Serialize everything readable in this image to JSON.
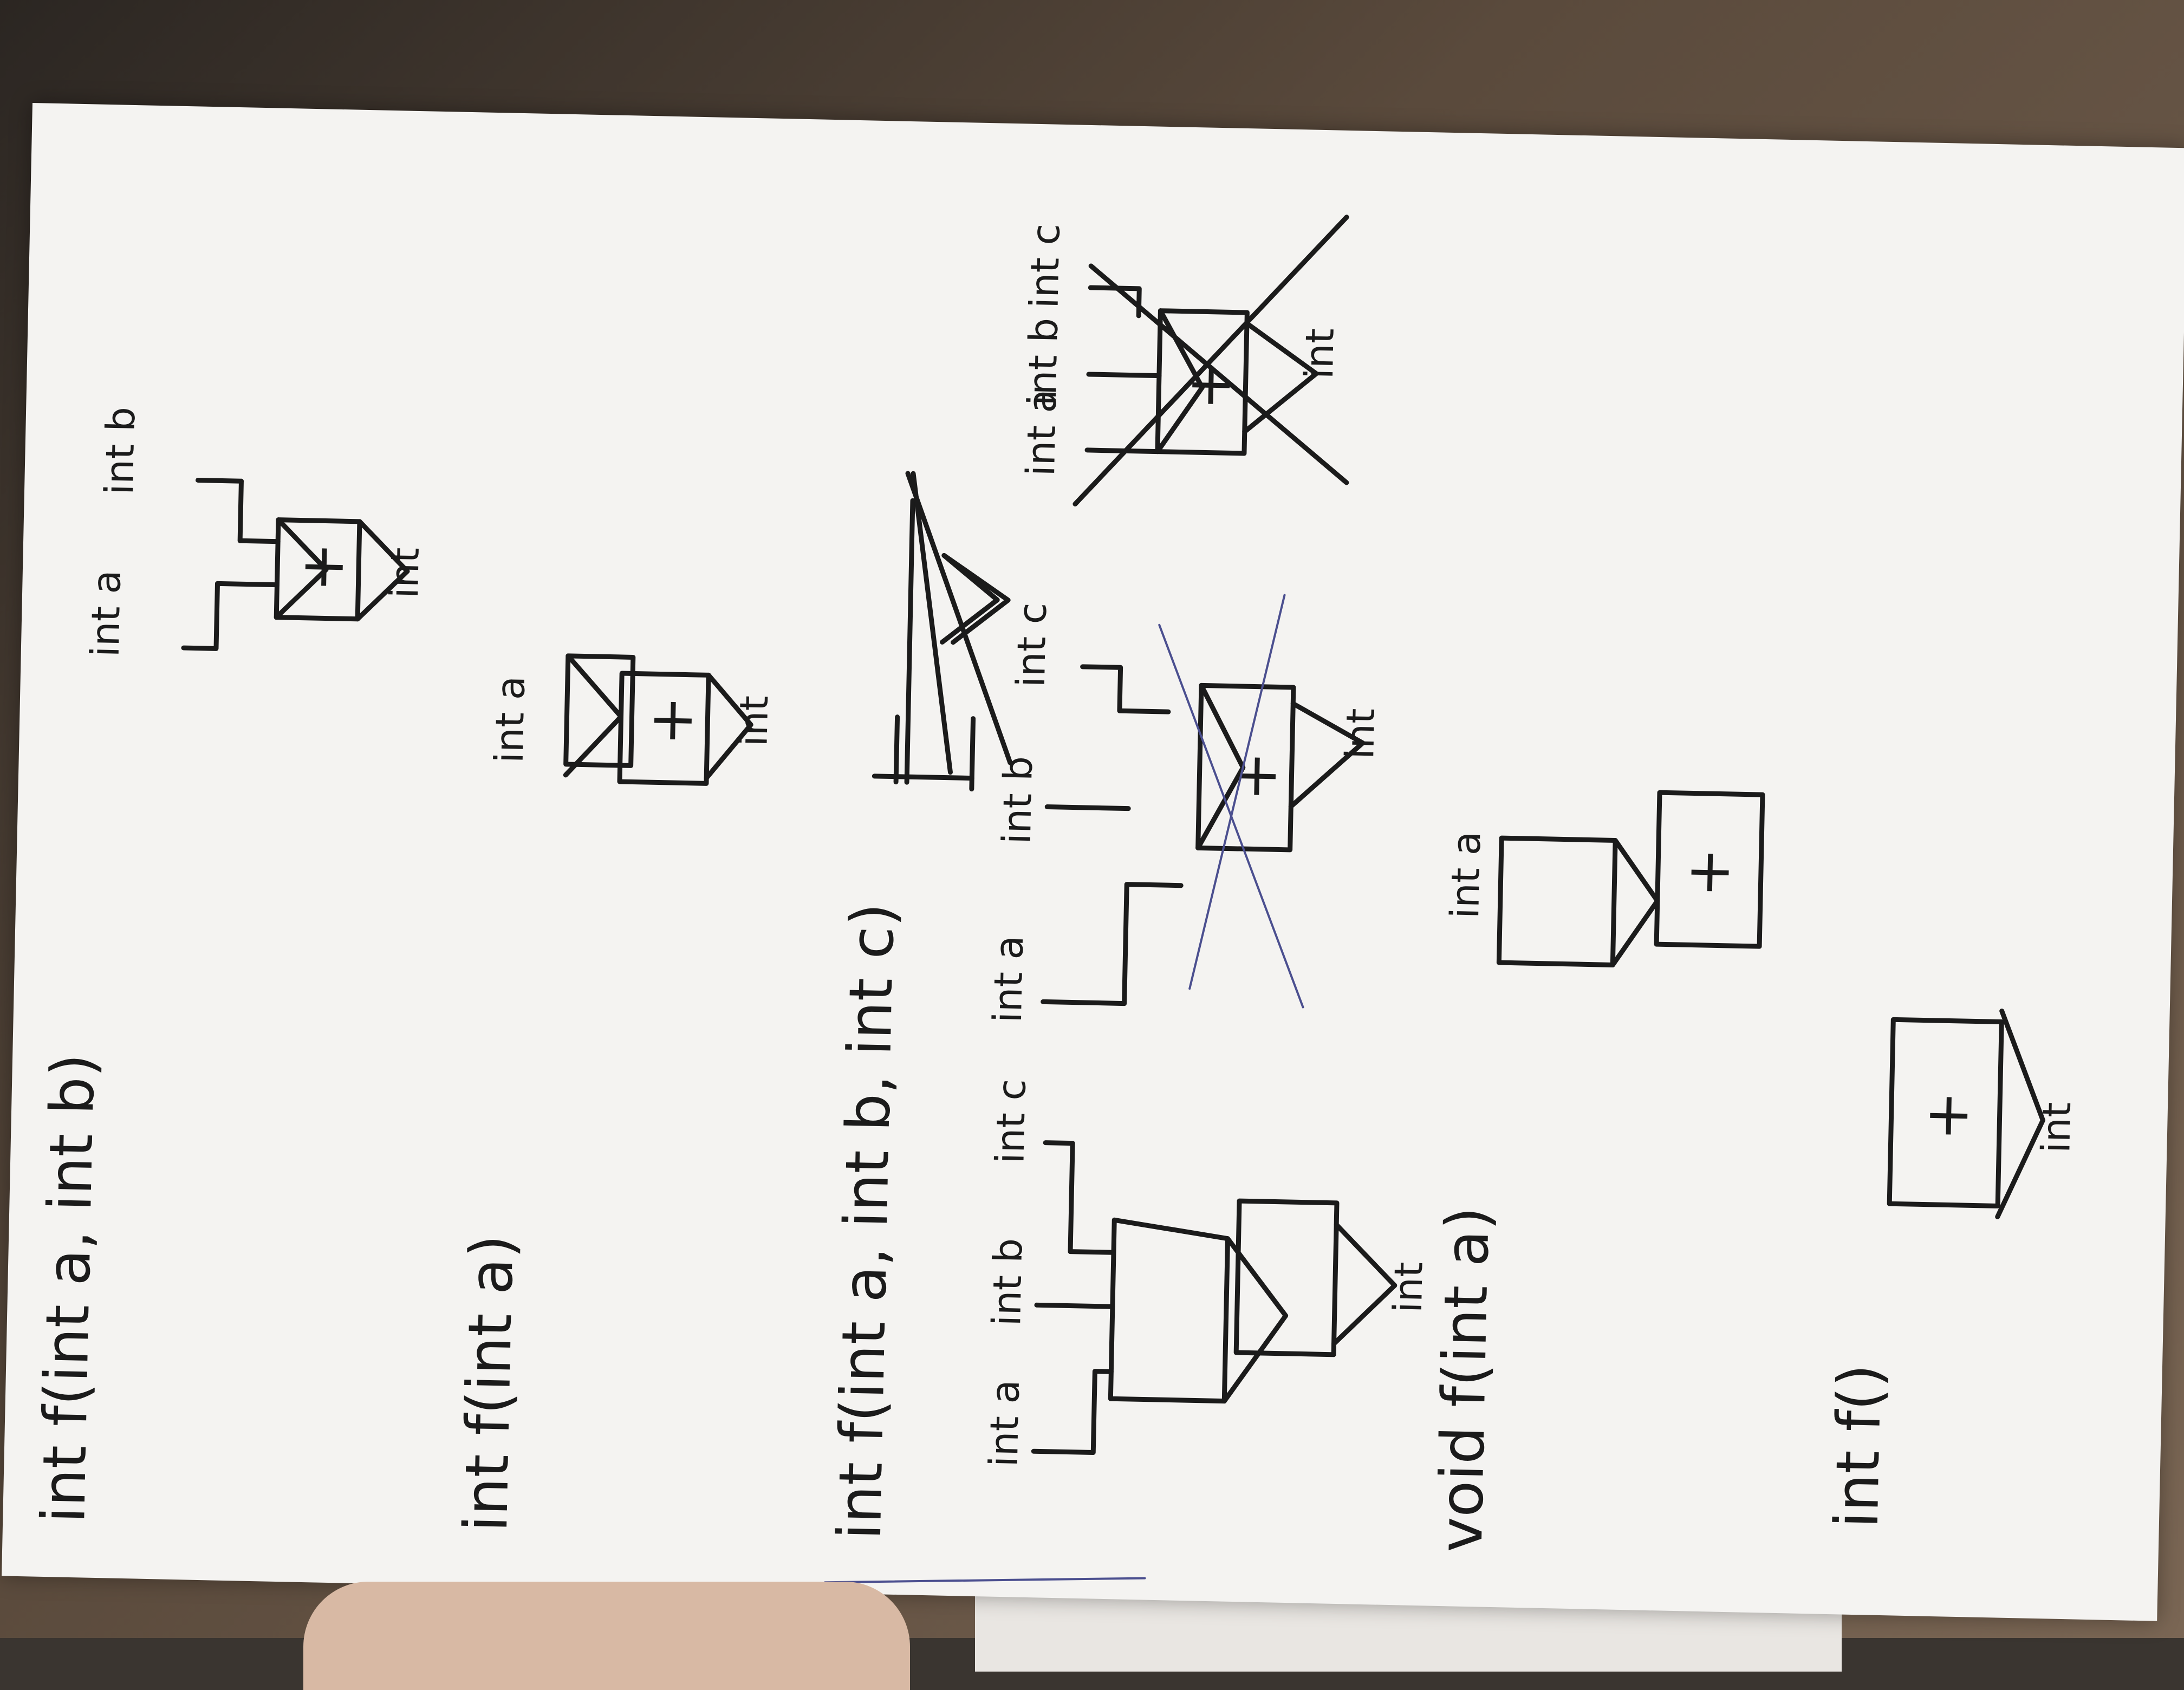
{
  "image": {
    "description_kind": "handwritten-sketch",
    "paper_color": "#f4f3f1",
    "ink_color": "#1b1b1b",
    "annotation_color": "#4b4f8f"
  },
  "signatures": [
    "int f(int a, int b)",
    "int f(int a)",
    "int f(int a, int b, int c)",
    "void f(int a)",
    "int f()"
  ],
  "labels": {
    "int_a": "int a",
    "int_b": "int b",
    "int_c": "int c",
    "int": "int",
    "plus": "+"
  }
}
